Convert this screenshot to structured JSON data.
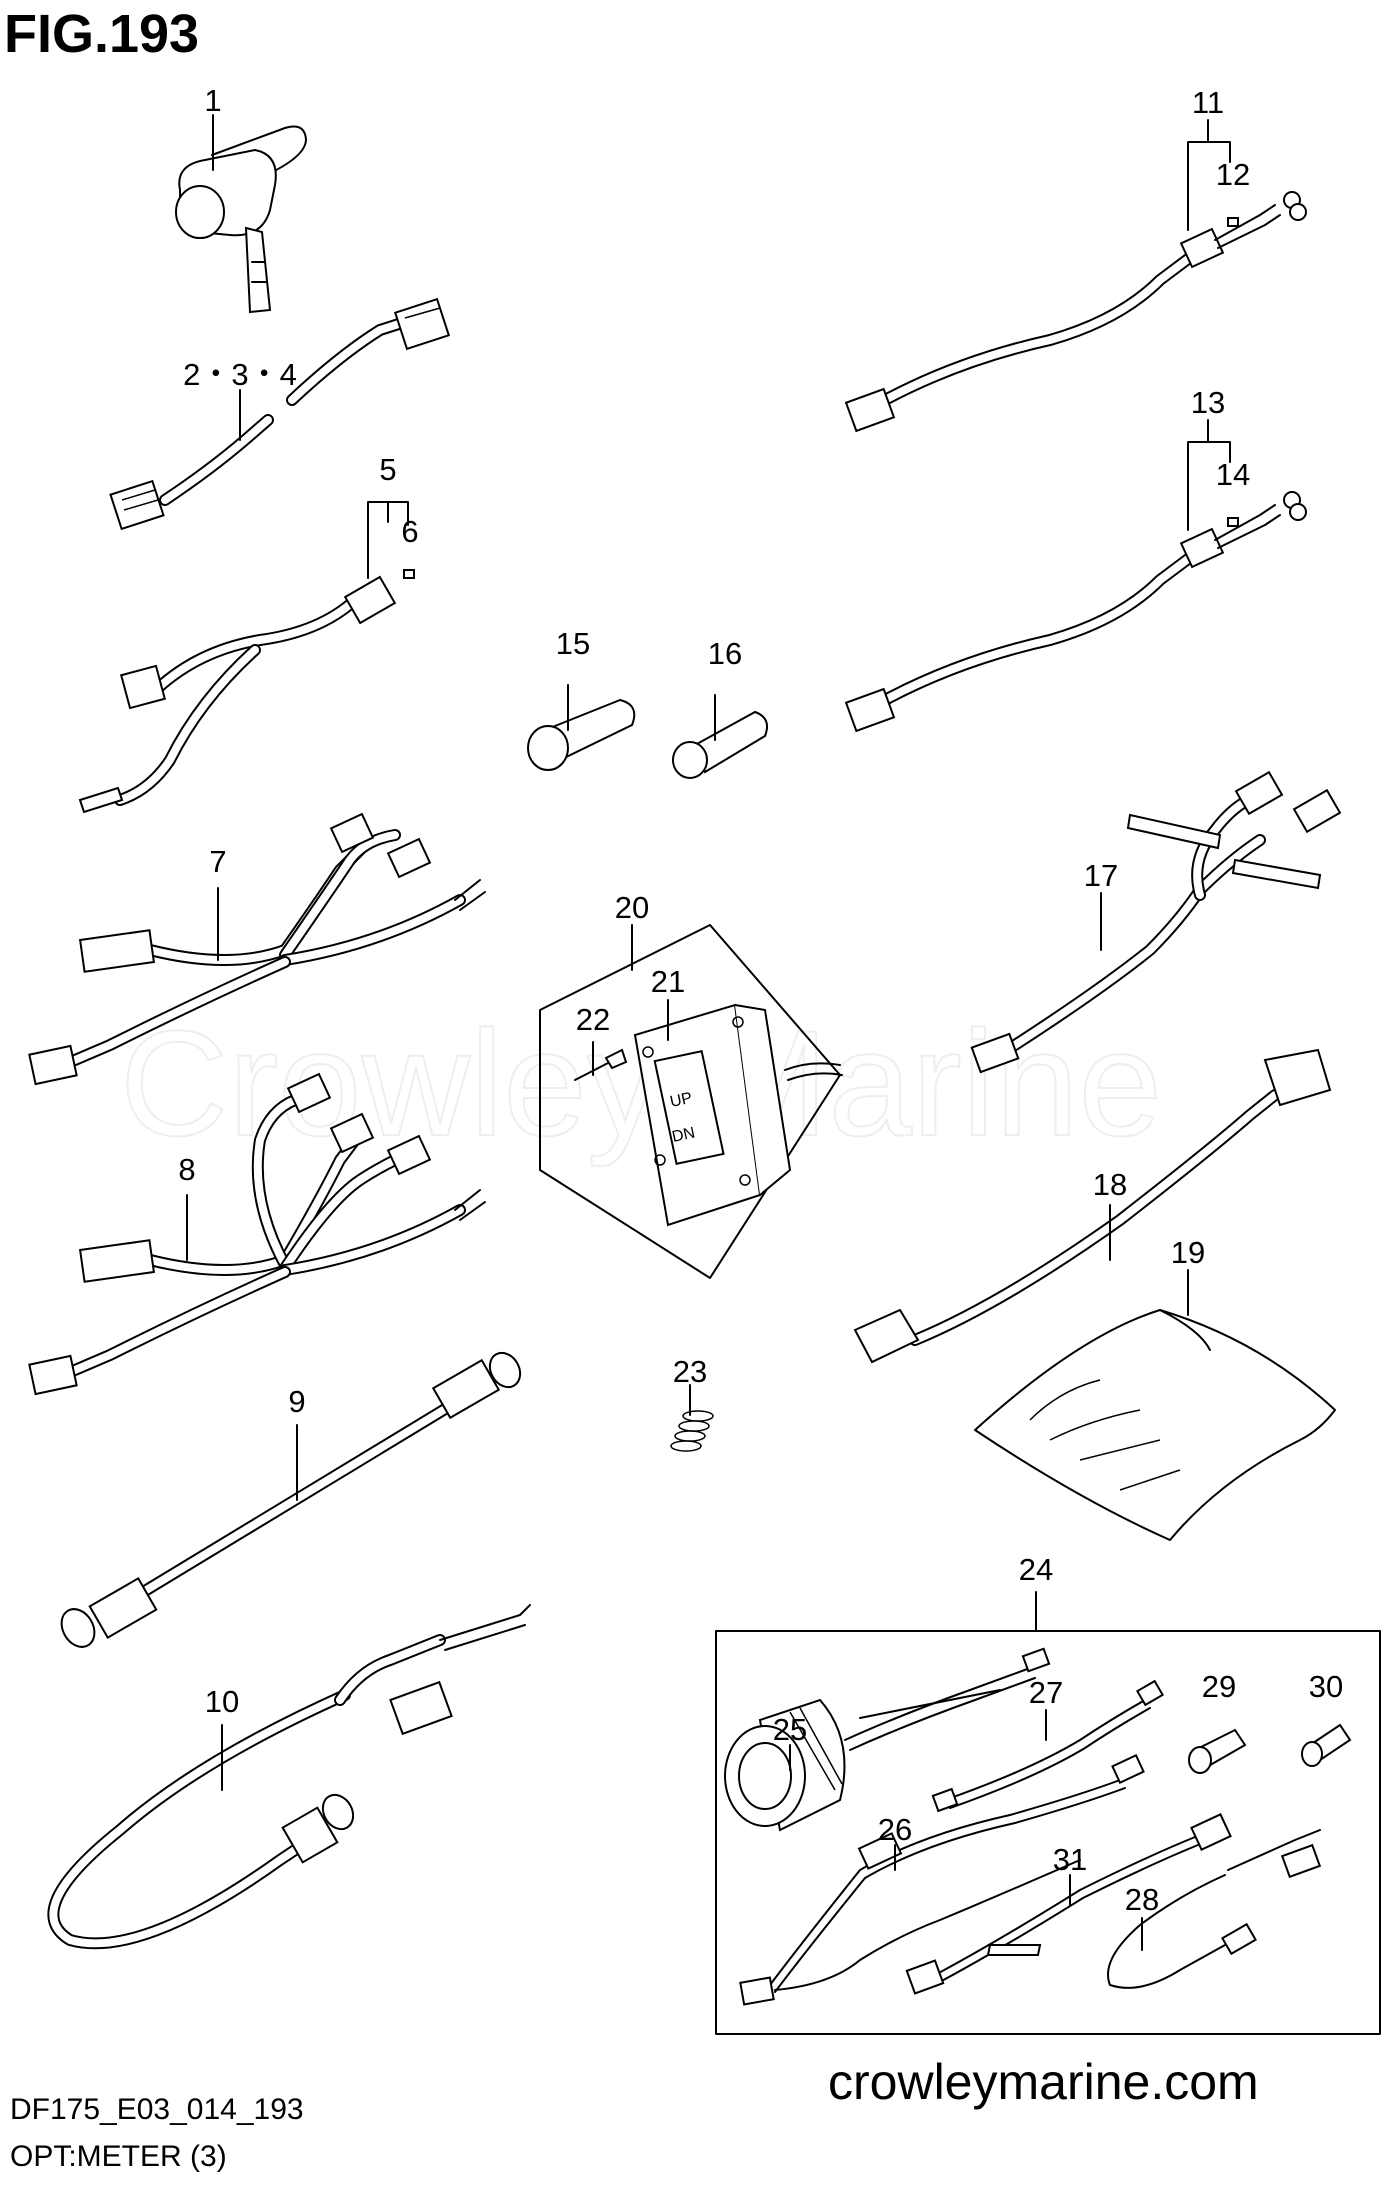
{
  "figure": {
    "title": "FIG.193",
    "footer_code": "DF175_E03_014_193",
    "footer_caption": "OPT:METER (3)",
    "watermark": "Crowley Marine",
    "website": "crowleymarine.com"
  },
  "callouts": {
    "c1": "1",
    "c2": "2・3・4",
    "c5": "5",
    "c6": "6",
    "c7": "7",
    "c8": "8",
    "c9": "9",
    "c10": "10",
    "c11": "11",
    "c12": "12",
    "c13": "13",
    "c14": "14",
    "c15": "15",
    "c16": "16",
    "c17": "17",
    "c18": "18",
    "c19": "19",
    "c20": "20",
    "c21": "21",
    "c22": "22",
    "c23": "23",
    "c24": "24",
    "c25": "25",
    "c26": "26",
    "c27": "27",
    "c28": "28",
    "c29": "29",
    "c30": "30",
    "c31": "31"
  },
  "switch": {
    "up": "UP",
    "down": "DN"
  }
}
